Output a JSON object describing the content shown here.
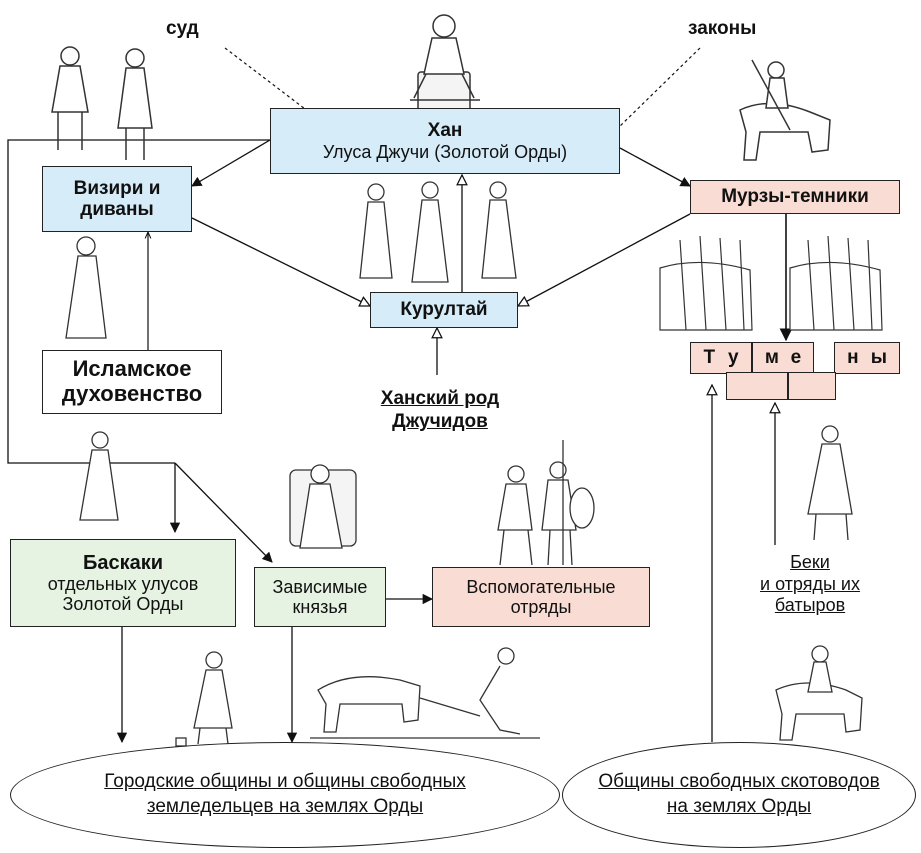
{
  "labels": {
    "sud": "суд",
    "zakony": "законы",
    "khansky_rod_line1": "Ханский род",
    "khansky_rod_line2": "Джучидов",
    "beki_line1": "Беки",
    "beki_line2": "и отряды их",
    "beki_line3": "батыров"
  },
  "boxes": {
    "khan_title": "Хан",
    "khan_subtitle": "Улуса Джучи (Золотой Орды)",
    "viziri_line1": "Визири и",
    "viziri_line2": "диваны",
    "kurultai": "Курултай",
    "murzy": "Мурзы-темники",
    "islam_line1": "Исламское",
    "islam_line2": "духовенство",
    "baskaki_title": "Баскаки",
    "baskaki_line2": "отдельных улусов",
    "baskaki_line3": "Золотой Орды",
    "knyazya_line1": "Зависимые",
    "knyazya_line2": "князья",
    "otryady_line1": "Вспомогательные",
    "otryady_line2": "отряды"
  },
  "tumeny": {
    "cell1": [
      "Т",
      "у"
    ],
    "cell2": [
      "м",
      "е"
    ],
    "cell3": [
      "н",
      "ы"
    ]
  },
  "ellipses": {
    "city_line1": "Городские общины и общины свободных",
    "city_line2": "земледельцев на землях Орды",
    "herders_line1": "Общины свободных скотоводов",
    "herders_line2": "на землях Орды"
  },
  "icons": [
    "warrior-figure",
    "khan-figure",
    "horseman-figure",
    "cleric-figure",
    "prince-figure",
    "plowman-figure",
    "smith-figure"
  ],
  "colors": {
    "khan_box": "#d6ecf8",
    "baskaki_box": "#e6f3e3",
    "otryady_box": "#f9dcd3"
  }
}
